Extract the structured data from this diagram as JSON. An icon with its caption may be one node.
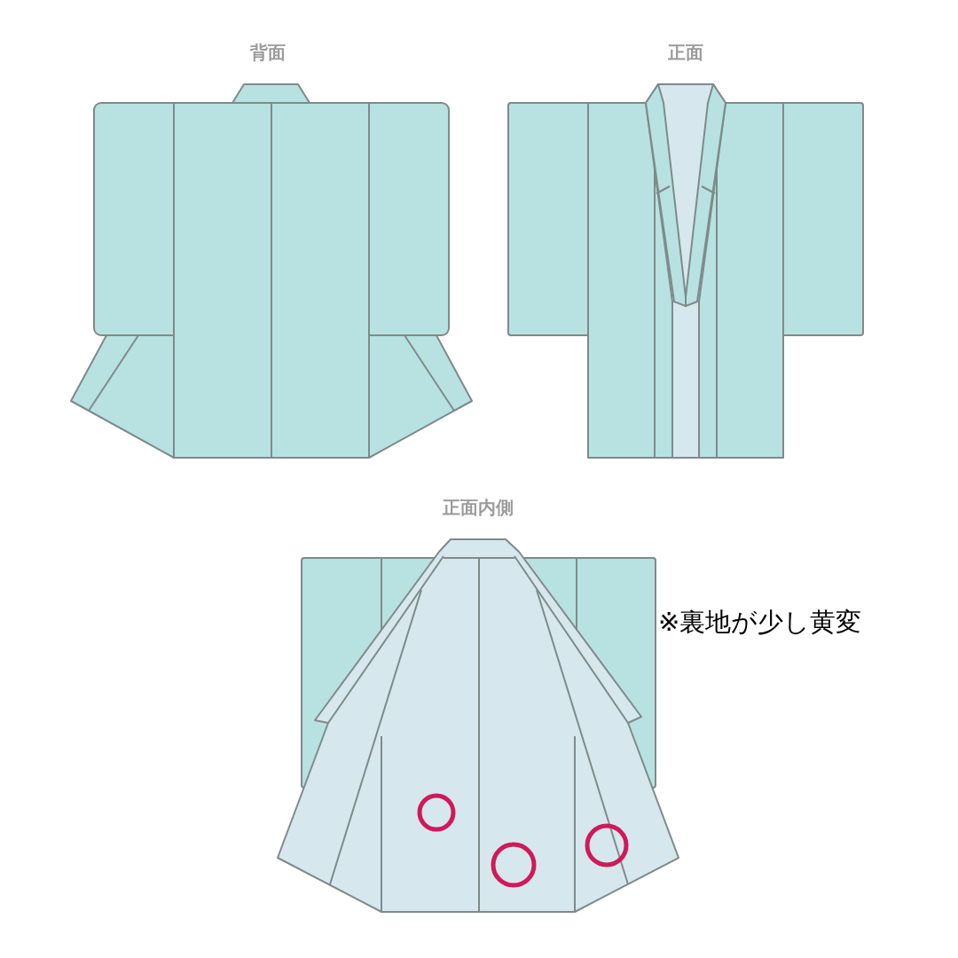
{
  "diagram": {
    "labels": [
      "背面",
      "正面",
      "正面内側",
      "※裏地が少し黄変"
    ]
  }
}
